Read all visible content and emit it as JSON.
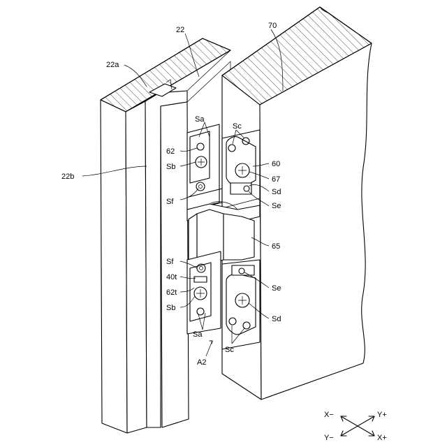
{
  "labels": {
    "l22": "22",
    "l70": "70",
    "l22a": "22a",
    "l22b": "22b",
    "lSa_top": "Sa",
    "lSc_top": "Sc",
    "l62": "62",
    "lSb_top": "Sb",
    "l60": "60",
    "l67": "67",
    "lSd_top": "Sd",
    "lSf_top": "Sf",
    "lSe_top": "Se",
    "l65": "65",
    "lSf_bot": "Sf",
    "l40t": "40t",
    "l62t": "62t",
    "lSe_bot": "Se",
    "lSb_bot": "Sb",
    "lSd_bot": "Sd",
    "lSa_bot": "Sa",
    "lSc_bot": "Sc",
    "lA2": "A2"
  },
  "axes": {
    "x_minus": "X−",
    "x_plus": "X+",
    "y_plus": "Y+",
    "y_minus": "Y−"
  }
}
